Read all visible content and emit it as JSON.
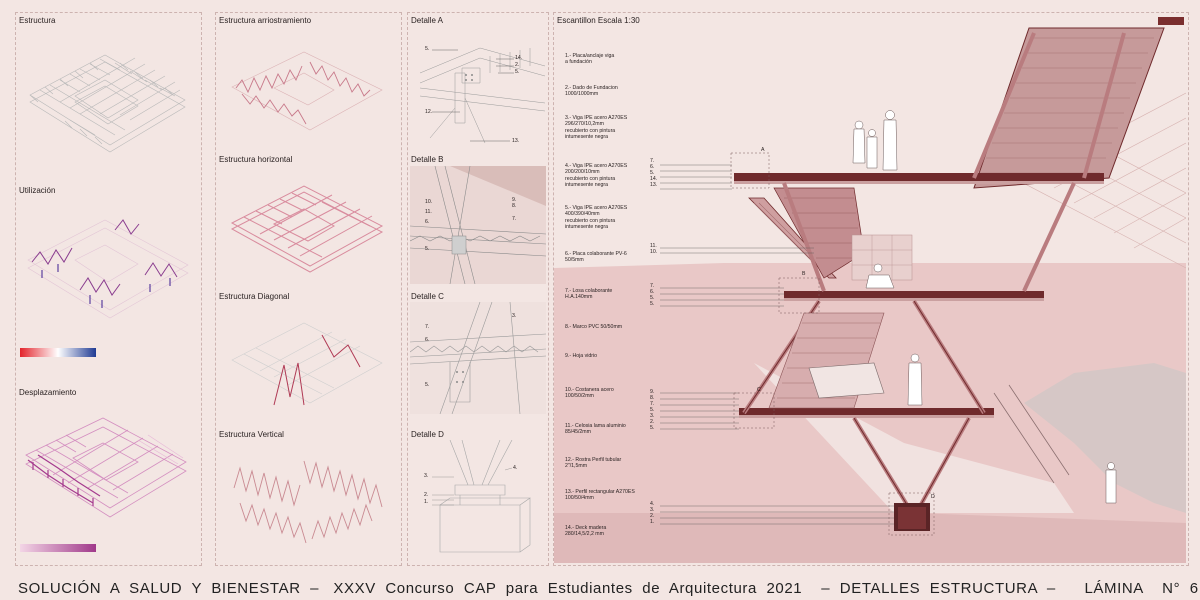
{
  "colors": {
    "background": "#f3e6e3",
    "structure": "#c9898f",
    "dark_beam": "#6f2a2c",
    "accent": "#b23a66",
    "blue": "#1f3a93",
    "red": "#e3232b"
  },
  "panels": {
    "estructura": "Estructura",
    "utilizacion": "Utilización",
    "desplazamiento": "Desplazamiento",
    "arriostramiento": "Estructura arriostramiento",
    "horizontal": "Estructura horizontal",
    "diagonal": "Estructura Diagonal",
    "vertical": "Estructura Vertical",
    "detalle_a": "Detalle A",
    "detalle_b": "Detalle B",
    "detalle_c": "Detalle C",
    "detalle_d": "Detalle D",
    "escantillon": "Escantillon Escala 1:30"
  },
  "notes": [
    "1.- Placa/anclaje viga\n    a fundación",
    "2.- Dado de Fundacion\n    1000/1000mm",
    "3.- Viga IPE acero A270ES\n    296/270/10,2mm\n    recubierto con pintura\n    intumesente negra",
    "4.- Viga IPE acero A270ES\n    200/200/10mm\n    recubierto con pintura\n    intumesente negra",
    "5.- Viga IPE acero A270ES\n    400/390/40mm\n    recubierto con pintura\n    intumesente negra",
    "6.- Placa colaborante PV-6\n    50/5mm",
    "7.- Losa colaborante\n    H.A.140mm",
    "8.- Marco PVC 50/50mm",
    "9.- Hoja vidrio",
    "10.- Costanera acero\n    100/50/2mm",
    "11.- Celosia lama aluminio\n    85/45/2mm",
    "12.- Rostra Perfil tubular\n    2\"/1,5mm",
    "13.- Perfil rectangular A270ES\n    100/50/4mm",
    "14.- Deck madera\n    280/14,5/2,2 mm"
  ],
  "callouts": {
    "detail_a": [
      "5.",
      "14.",
      "2.",
      "5.",
      "12.",
      "13."
    ],
    "detail_b": [
      "9.",
      "8.",
      "10.",
      "11.",
      "6.",
      "7.",
      "5."
    ],
    "detail_c": [
      "3.",
      "7.",
      "6.",
      "5."
    ],
    "detail_d": [
      "4.",
      "3.",
      "2.",
      "1."
    ],
    "section_upper": [
      "7.",
      "6.",
      "5.",
      "14.",
      "13."
    ],
    "section_mid_a": [
      "11.",
      "10."
    ],
    "section_mid_b": [
      "7.",
      "6.",
      "5.",
      "5."
    ],
    "section_lower": [
      "9.",
      "8.",
      "7.",
      "5.",
      "3.",
      "2.",
      "5."
    ],
    "section_base": [
      "4.",
      "3.",
      "2.",
      "1."
    ],
    "markers": [
      "A",
      "B",
      "C",
      "D"
    ]
  },
  "footer": "SOLUCIÓN  A  SALUD  Y  BIENESTAR  –   XXXV  Concurso  CAP  para  Estudiantes  de  Arquitectura  2021    –  DETALLES  ESTRUCTURA  –      LÁMINA    N°  6"
}
